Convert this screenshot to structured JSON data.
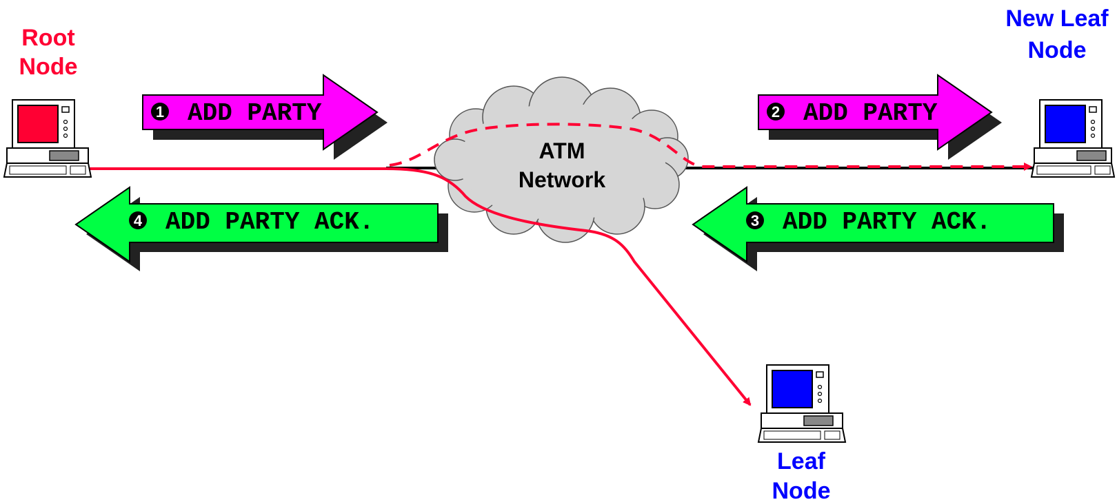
{
  "nodes": {
    "root": {
      "line1": "Root",
      "line2": "Node",
      "color": "#ff0033",
      "screen_color": "#ff0033"
    },
    "new_leaf": {
      "line1": "New Leaf",
      "line2": "Node",
      "color": "#0000ff",
      "screen_color": "#0000ff"
    },
    "leaf": {
      "line1": "Leaf",
      "line2": "Node",
      "color": "#0000ff",
      "screen_color": "#0000ff"
    }
  },
  "network": {
    "line1": "ATM",
    "line2": "Network",
    "fill": "#d6d6d6"
  },
  "messages": [
    {
      "step": "1",
      "label": "ADD PARTY",
      "direction": "right",
      "color": "#ff00ff"
    },
    {
      "step": "2",
      "label": "ADD PARTY",
      "direction": "right",
      "color": "#ff00ff"
    },
    {
      "step": "3",
      "label": "ADD PARTY ACK.",
      "direction": "left",
      "color": "#00ff44"
    },
    {
      "step": "4",
      "label": "ADD PARTY ACK.",
      "direction": "left",
      "color": "#00ff44"
    }
  ],
  "connection_color": "#ff0033"
}
